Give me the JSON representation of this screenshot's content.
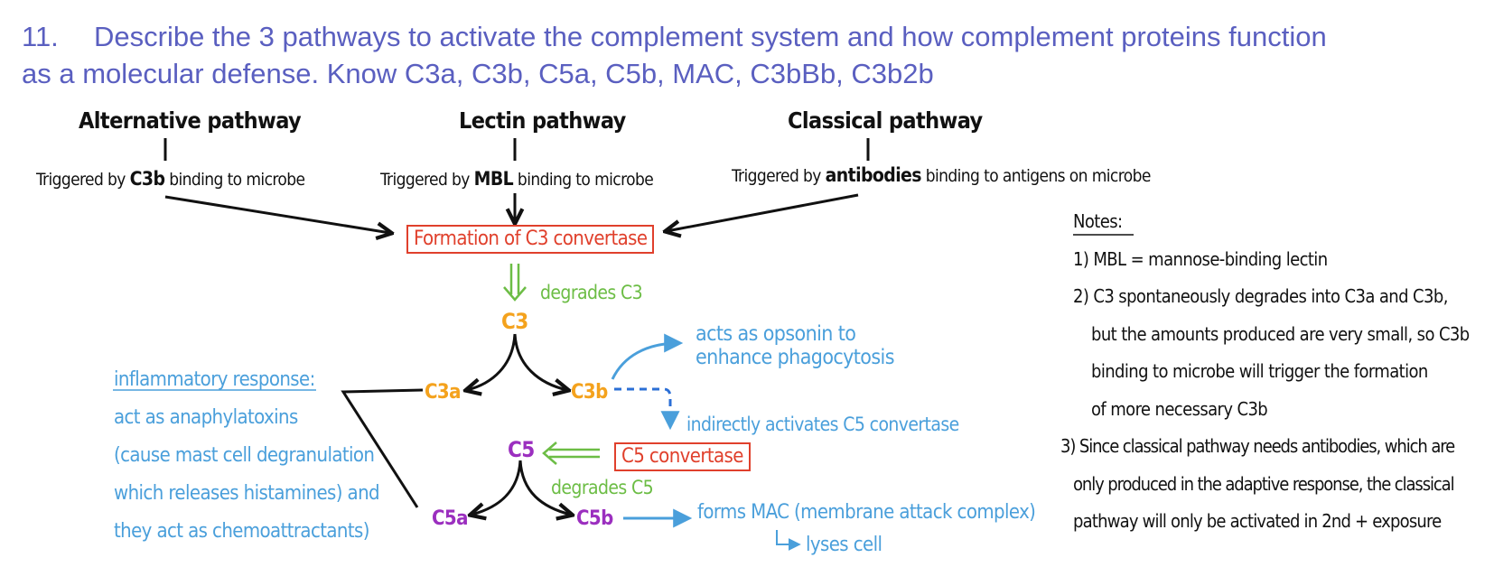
{
  "heading": {
    "number": "11.",
    "line1": "Describe the 3 pathways to activate the complement system and how complement proteins function",
    "line2": "as a molecular defense. Know C3a, C3b, C5a, C5b, MAC, C3bBb, C3b2b"
  },
  "pathways": {
    "alternative": {
      "title": "Alternative pathway",
      "trigger_pre": "Triggered by ",
      "trigger_key": "C3b",
      "trigger_post": " binding to microbe"
    },
    "lectin": {
      "title": "Lectin pathway",
      "trigger_pre": "Triggered by ",
      "trigger_key": "MBL",
      "trigger_post": " binding to microbe"
    },
    "classical": {
      "title": "Classical pathway",
      "trigger_pre": "Triggered by ",
      "trigger_key": "antibodies",
      "trigger_post": " binding to antigens on microbe"
    }
  },
  "flow": {
    "c3_convertase": "Formation of C3 convertase",
    "degrades_c3": "degrades C3",
    "c3": "C3",
    "c3a": "C3a",
    "c3b": "C3b",
    "opsonin_line1": "acts as opsonin to",
    "opsonin_line2": "enhance phagocytosis",
    "indirect": "indirectly activates C5 convertase",
    "c5": "C5",
    "c5_convertase": "C5 convertase",
    "degrades_c5": "degrades C5",
    "c5a": "C5a",
    "c5b": "C5b",
    "mac": "forms MAC (membrane attack complex)",
    "lyses": "lyses cell"
  },
  "inflammatory": {
    "title": "inflammatory response:",
    "lines": [
      "act as anaphylatoxins",
      "(cause mast cell degranulation",
      "which releases histamines) and",
      "they act as chemoattractants)"
    ]
  },
  "notes": {
    "title": "Notes:",
    "lines": [
      "1) MBL = mannose-binding lectin",
      "2) C3 spontaneously degrades into C3a and C3b,",
      "but the amounts produced are very small, so C3b",
      "binding to microbe will trigger the formation",
      "of more necessary C3b",
      "3) Since classical pathway needs antibodies, which are",
      "only produced in the adaptive response, the classical",
      "pathway will only be activated in 2nd + exposure"
    ]
  },
  "colors": {
    "heading": "#5a5fc0",
    "black": "#111111",
    "red": "#e0402c",
    "green": "#6cbd45",
    "orange": "#f4a21d",
    "purple": "#9b2fbf",
    "blue": "#4a9fdb"
  }
}
